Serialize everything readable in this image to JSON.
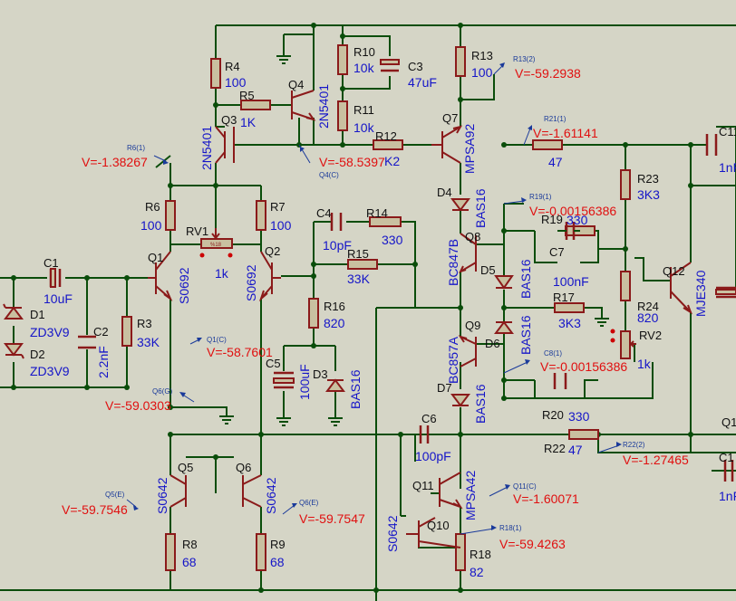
{
  "components": {
    "R4": {
      "name": "R4",
      "value": "100"
    },
    "R10": {
      "name": "R10",
      "value": "10k"
    },
    "C3": {
      "name": "C3",
      "value": "47uF"
    },
    "R13": {
      "name": "R13",
      "value": "100"
    },
    "R5": {
      "name": "R5",
      "value": "1K"
    },
    "Q4": {
      "name": "Q4",
      "value": "2N5401"
    },
    "R11": {
      "name": "R11",
      "value": "10k"
    },
    "Q3": {
      "name": "Q3",
      "value": "2N5401"
    },
    "R12": {
      "name": "R12",
      "value": "K2"
    },
    "Q7": {
      "name": "Q7",
      "value": "MPSA92"
    },
    "R21": {
      "name": "",
      "value": "47"
    },
    "C11": {
      "name": "C11",
      "value": "1nF"
    },
    "R23": {
      "name": "R23",
      "value": "3K3"
    },
    "D4": {
      "name": "D4",
      "value": "BAS16"
    },
    "R6": {
      "name": "R6",
      "value": "100"
    },
    "R7": {
      "name": "R7",
      "value": "100"
    },
    "C4": {
      "name": "C4",
      "value": "10pF"
    },
    "R14": {
      "name": "R14",
      "value": "330"
    },
    "R19": {
      "name": "R19",
      "value": "330"
    },
    "RV1": {
      "name": "RV1",
      "value": "1k"
    },
    "Q8": {
      "name": "Q8",
      "value": "BC847B"
    },
    "C7": {
      "name": "C7",
      "value": "100nF"
    },
    "Q12": {
      "name": "Q12",
      "value": "MJE340"
    },
    "C1": {
      "name": "C1",
      "value": "10uF"
    },
    "Q1": {
      "name": "Q1",
      "value": "S0692"
    },
    "Q2": {
      "name": "Q2",
      "value": "S0692"
    },
    "R15": {
      "name": "R15",
      "value": "33K"
    },
    "D5": {
      "name": "D5",
      "value": "BAS16"
    },
    "R17": {
      "name": "R17",
      "value": "3K3"
    },
    "R24": {
      "name": "R24",
      "value": "820"
    },
    "D1": {
      "name": "D1",
      "value": "ZD3V9"
    },
    "D2": {
      "name": "D2",
      "value": "ZD3V9"
    },
    "C2": {
      "name": "C2",
      "value": "2.2nF"
    },
    "R3": {
      "name": "R3",
      "value": "33K"
    },
    "R16": {
      "name": "R16",
      "value": "820"
    },
    "Q9": {
      "name": "Q9",
      "value": "BC857A"
    },
    "RV2": {
      "name": "RV2",
      "value": "1k"
    },
    "C5": {
      "name": "C5",
      "value": "100uF"
    },
    "D3": {
      "name": "D3",
      "value": "BAS16"
    },
    "D6": {
      "name": "D6",
      "value": "BAS16"
    },
    "D7": {
      "name": "D7",
      "value": "BAS16"
    },
    "R20": {
      "name": "R20",
      "value": "330"
    },
    "C6": {
      "name": "C6",
      "value": "100pF"
    },
    "R22": {
      "name": "R22",
      "value": "47"
    },
    "Q13": {
      "name": "Q1",
      "value": ""
    },
    "C12": {
      "name": "C1",
      "value": "1nF"
    },
    "Q5": {
      "name": "Q5",
      "value": "S0642"
    },
    "Q6": {
      "name": "Q6",
      "value": "S0642"
    },
    "Q11": {
      "name": "Q11",
      "value": "MPSA42"
    },
    "Q10": {
      "name": "Q10",
      "value": "S0642"
    },
    "R8": {
      "name": "R8",
      "value": "68"
    },
    "R9": {
      "name": "R9",
      "value": "68"
    },
    "R18": {
      "name": "R18",
      "value": "82"
    }
  },
  "probes": [
    {
      "tag": "R13(2)",
      "voltage": "V=-59.2938"
    },
    {
      "tag": "R21(1)",
      "voltage": "V=-1.61141"
    },
    {
      "tag": "R6(1)",
      "voltage": "V=-1.38267"
    },
    {
      "tag": "Q4(C)",
      "voltage": "V=-58.5397"
    },
    {
      "tag": "R19(1)",
      "voltage": "V=-0.00156386"
    },
    {
      "tag": "Q1(C)",
      "voltage": "V=-58.7601"
    },
    {
      "tag": "C8(1)",
      "voltage": "V=-0.00156386"
    },
    {
      "tag": "Q6(G)",
      "voltage": "V=-59.0303"
    },
    {
      "tag": "R22(2)",
      "voltage": "V=-1.27465"
    },
    {
      "tag": "Q5(E)",
      "voltage": "V=-59.7546"
    },
    {
      "tag": "Q6(E)",
      "voltage": "V=-59.7547"
    },
    {
      "tag": "Q11(C)",
      "voltage": "V=-1.60071"
    },
    {
      "tag": "R18(1)",
      "voltage": "V=-59.4263"
    }
  ],
  "colors": {
    "background": "#d5d5c6",
    "wire": "#0a4d0a",
    "component": "#8b1a1a",
    "value_text": "#1515c8",
    "voltage_text": "#e01010",
    "probe": "#1a3a9a"
  }
}
